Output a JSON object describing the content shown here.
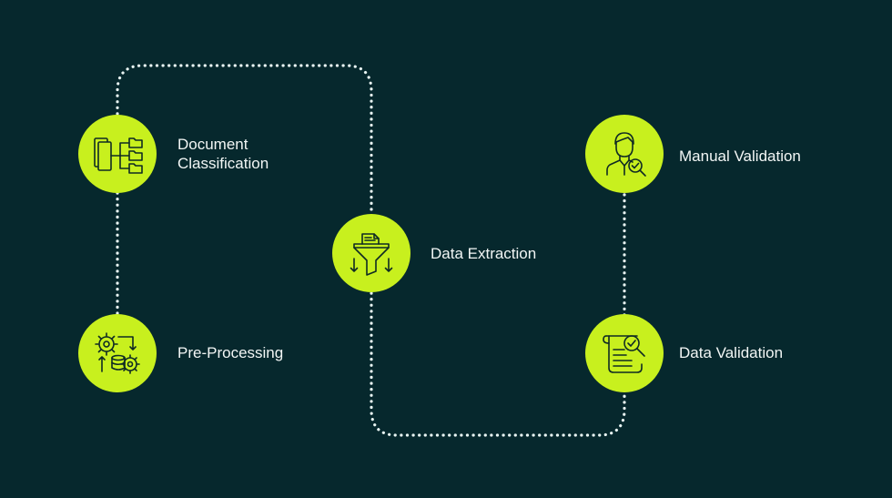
{
  "palette": {
    "background": "#06282d",
    "node": "#c8f01e",
    "connector": "#e8f4f2",
    "text": "#f2f6f5",
    "icon": "#0f2a24"
  },
  "steps": [
    {
      "id": "document-classification",
      "lines": [
        "Document",
        "Classification"
      ],
      "icon": "folder-tree-icon"
    },
    {
      "id": "pre-processing",
      "lines": [
        "Pre-Processing"
      ],
      "icon": "gears-database-icon"
    },
    {
      "id": "data-extraction",
      "lines": [
        "Data Extraction"
      ],
      "icon": "funnel-document-icon"
    },
    {
      "id": "manual-validation",
      "lines": [
        "Manual Validation"
      ],
      "icon": "person-checkmark-icon"
    },
    {
      "id": "data-validation",
      "lines": [
        "Data Validation"
      ],
      "icon": "scroll-magnifier-icon"
    }
  ]
}
